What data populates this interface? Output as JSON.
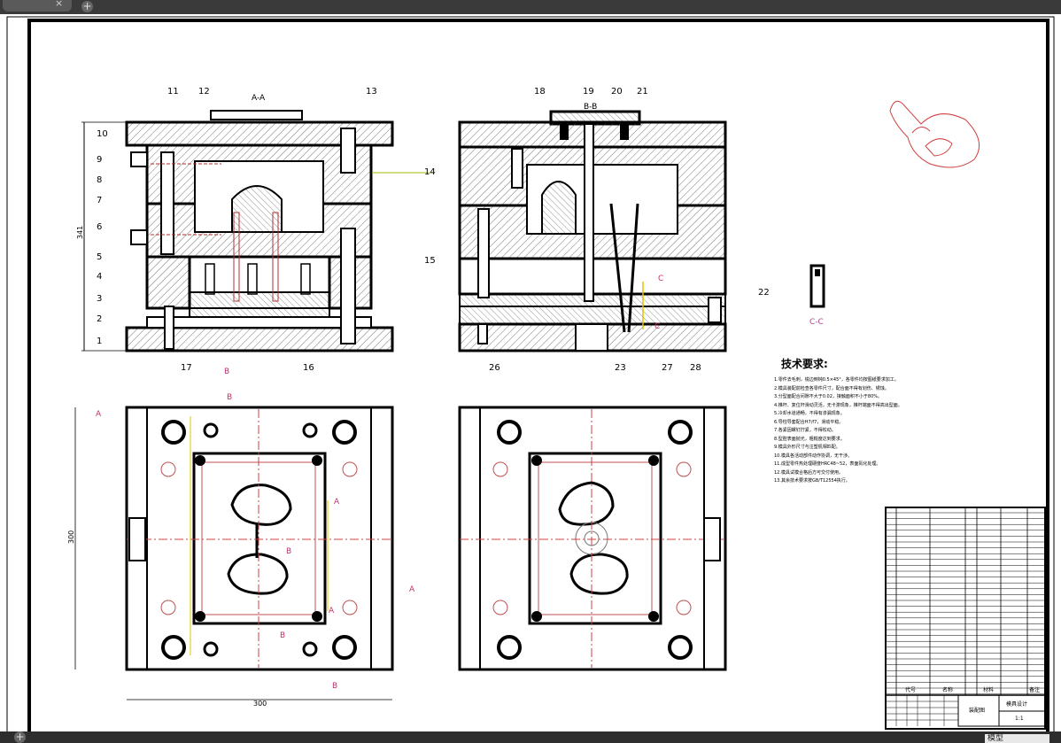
{
  "app": {
    "tab_close": "×",
    "new_tab": "+",
    "bottom_add": "+",
    "layout_tab": "模型"
  },
  "drawing": {
    "section_aa": "A-A",
    "section_bb": "B-B",
    "section_cc": "C-C",
    "dims": {
      "height": "341",
      "width_front": "300",
      "depth_top": "300"
    },
    "part_numbers_left": [
      "1",
      "2",
      "3",
      "4",
      "5",
      "6",
      "7",
      "8",
      "9",
      "10"
    ],
    "part_numbers_top": [
      "11",
      "12",
      "13",
      "18",
      "19",
      "20",
      "21"
    ],
    "part_numbers_right": [
      "14",
      "15",
      "22"
    ],
    "part_numbers_bottom": [
      "17",
      "16",
      "26",
      "23",
      "27",
      "28"
    ],
    "cut_labels": [
      "A",
      "A",
      "A",
      "A",
      "B",
      "B",
      "B",
      "B",
      "B",
      "C",
      "C"
    ],
    "tech_title": "技术要求:",
    "tech_lines": [
      "1.零件去毛刺，锐边倒钝0.5×45°，各零件均按图纸要求加工。",
      "2.模具装配前检查各零件尺寸，配合面不得有划伤、锈蚀。",
      "3.分型面配合间隙不大于0.02，接触面积不小于80%。",
      "4.推杆、复位杆滑动灵活，无卡滞现象，推杆端面不得高出型面。",
      "5.冷却水道通畅，不得有渗漏现象。",
      "6.导柱导套配合H7/f7，滑动平稳。",
      "7.各紧固螺钉拧紧，不得松动。",
      "8.型腔表面抛光，粗糙度达到要求。",
      "9.模具外形尺寸与注塑机相匹配。",
      "10.模具各活动部件动作协调，无干涉。",
      "11.成型零件热处理硬度HRC48~52，表面氮化处理。",
      "12.模具试模合格后方可交付使用。",
      "13.其余技术要求按GB/T12554执行。"
    ],
    "title_block": {
      "col_code": "代号",
      "col_name": "名称",
      "col_material": "材料",
      "col_note": "备注",
      "drawing_name": "装配图",
      "school": "模具设计",
      "scale": "1:1"
    }
  }
}
